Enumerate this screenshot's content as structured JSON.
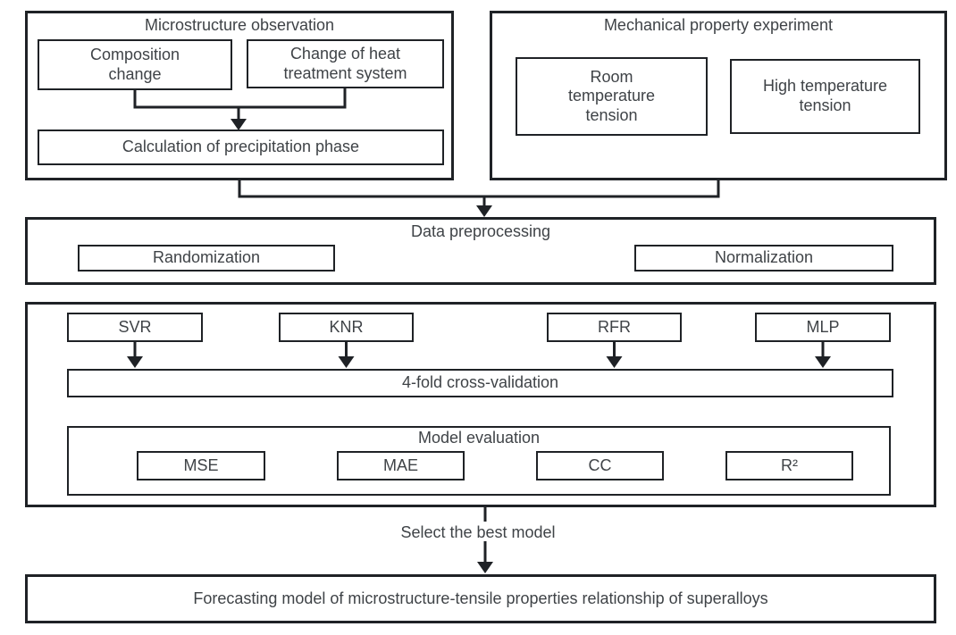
{
  "colors": {
    "border": "#1f2226",
    "text": "#3f4347",
    "background": "#ffffff"
  },
  "microstructure": {
    "title": "Microstructure observation",
    "composition": "Composition\nchange",
    "heat_treatment": "Change of heat\ntreatment system",
    "precipitation": "Calculation of precipitation phase"
  },
  "mechanical": {
    "title": "Mechanical property experiment",
    "room_tension": "Room\ntemperature\ntension",
    "high_tension": "High temperature\ntension"
  },
  "preprocessing": {
    "title": "Data preprocessing",
    "randomization": "Randomization",
    "normalization": "Normalization"
  },
  "models": {
    "algorithms": [
      "SVR",
      "KNR",
      "RFR",
      "MLP"
    ],
    "cross_validation": "4-fold cross-validation",
    "evaluation": {
      "title": "Model evaluation",
      "metrics": [
        "MSE",
        "MAE",
        "CC",
        "R²"
      ]
    }
  },
  "select_label": "Select the best model",
  "forecasting": "Forecasting model of microstructure-tensile properties relationship of superalloys"
}
